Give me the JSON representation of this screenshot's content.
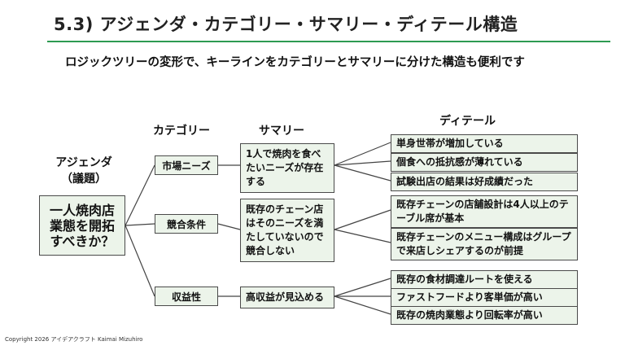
{
  "title": "5.3) アジェンダ・カテゴリー・サマリー・ディテール構造",
  "lead": "ロジックツリーの変形で、キーラインをカテゴリーとサマリーに分けた構造も便利です",
  "headers": {
    "category": "カテゴリー",
    "summary": "サマリー",
    "detail": "ディテール"
  },
  "agenda": {
    "label_line1": "アジェンダ",
    "label_line2": "（議題）",
    "line1": "一人焼肉店",
    "line2": "業態を開拓",
    "line3": "すべきか？"
  },
  "categories": [
    "市場ニーズ",
    "競合条件",
    "収益性"
  ],
  "summaries": [
    "1人で焼肉を食べたいニーズが存在する",
    "既存のチェーン店はそのニーズを満たしていないので競合しない",
    "高収益が見込める"
  ],
  "details": [
    "単身世帯が増加している",
    "個食への抵抗感が薄れている",
    "試験出店の結果は好成績だった",
    "既存チェーンの店舗設計は4人以上のテーブル席が基本",
    "既存チェーンのメニュー構成はグループで来店しシェアするのが前提",
    "既存の食材調達ルートを使える",
    "ファストフードより客単価が高い",
    "既存の焼肉業態より回転率が高い"
  ],
  "copyright": "Copyright 2026 アイデアクラフト Kaimai Mizuhiro",
  "colors": {
    "accent_rule": "#2e9b52",
    "box_fill": "#ecf4ea",
    "box_border": "#4a4a4a"
  }
}
